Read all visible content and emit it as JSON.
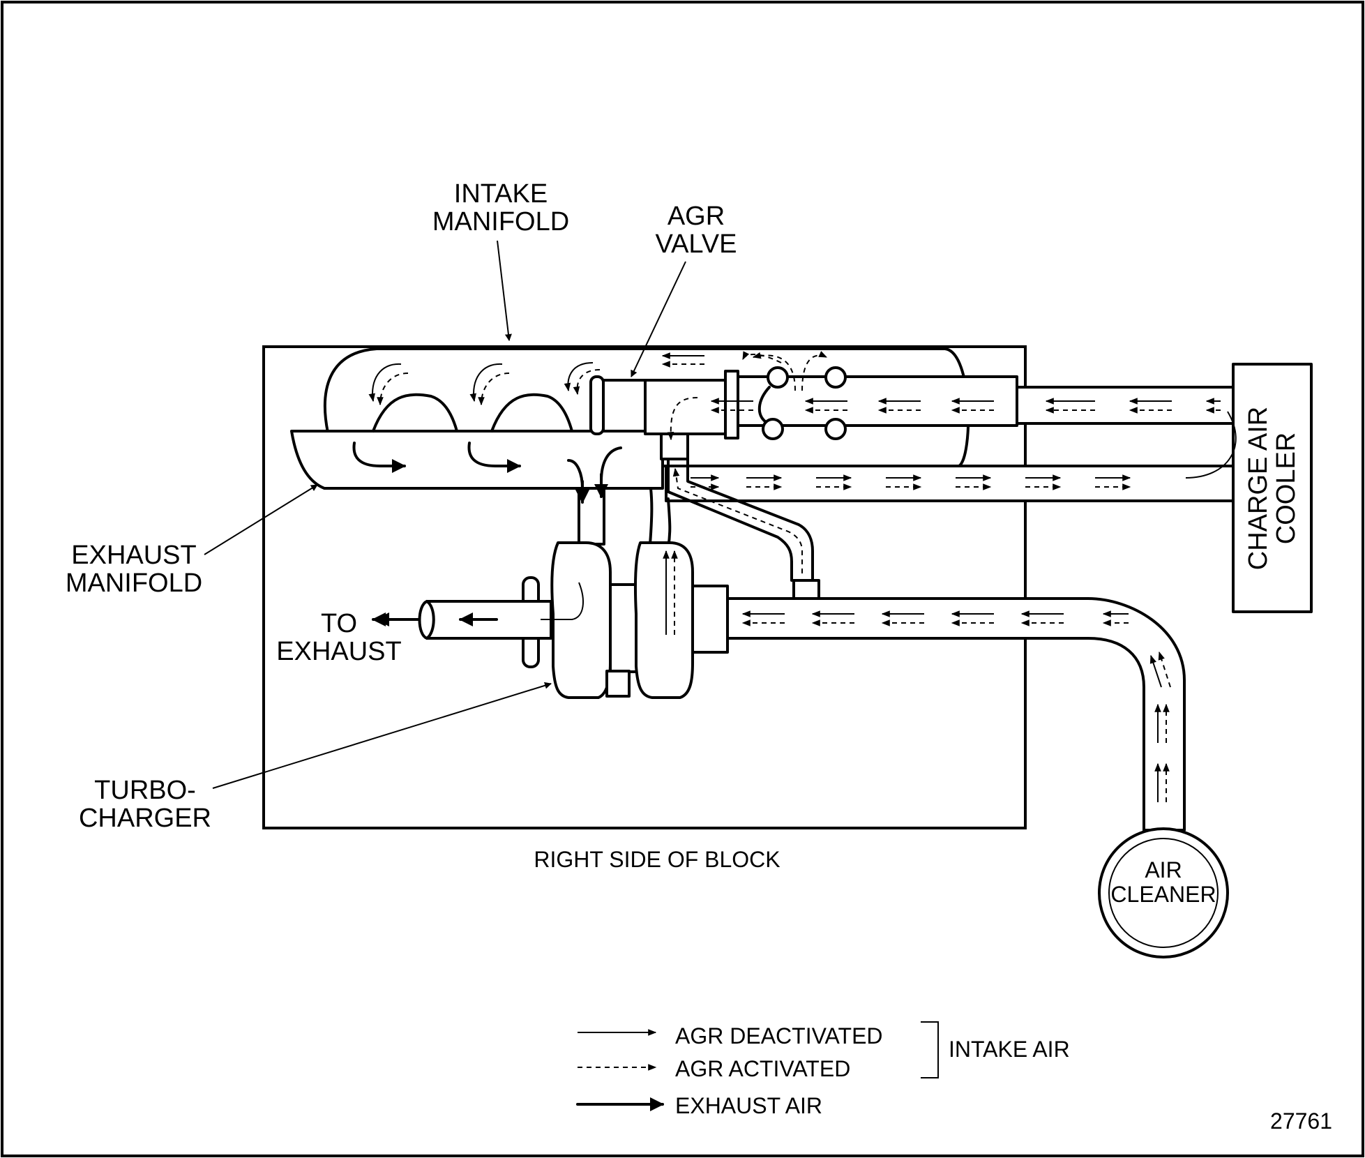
{
  "labels": {
    "intake_manifold": [
      "INTAKE",
      "MANIFOLD"
    ],
    "agr_valve": [
      "AGR",
      "VALVE"
    ],
    "exhaust_manifold": [
      "EXHAUST",
      "MANIFOLD"
    ],
    "to_exhaust": [
      "TO",
      "EXHAUST"
    ],
    "turbocharger": [
      "TURBO-",
      "CHARGER"
    ],
    "right_side_of_block": "RIGHT SIDE OF BLOCK",
    "charge_air_cooler": [
      "CHARGE AIR",
      "COOLER"
    ],
    "air_cleaner": [
      "AIR",
      "CLEANER"
    ]
  },
  "legend": {
    "agr_deactivated": "AGR DEACTIVATED",
    "agr_activated": "AGR ACTIVATED",
    "exhaust_air": "EXHAUST AIR",
    "intake_air": "INTAKE AIR"
  },
  "figure_number": "27761"
}
